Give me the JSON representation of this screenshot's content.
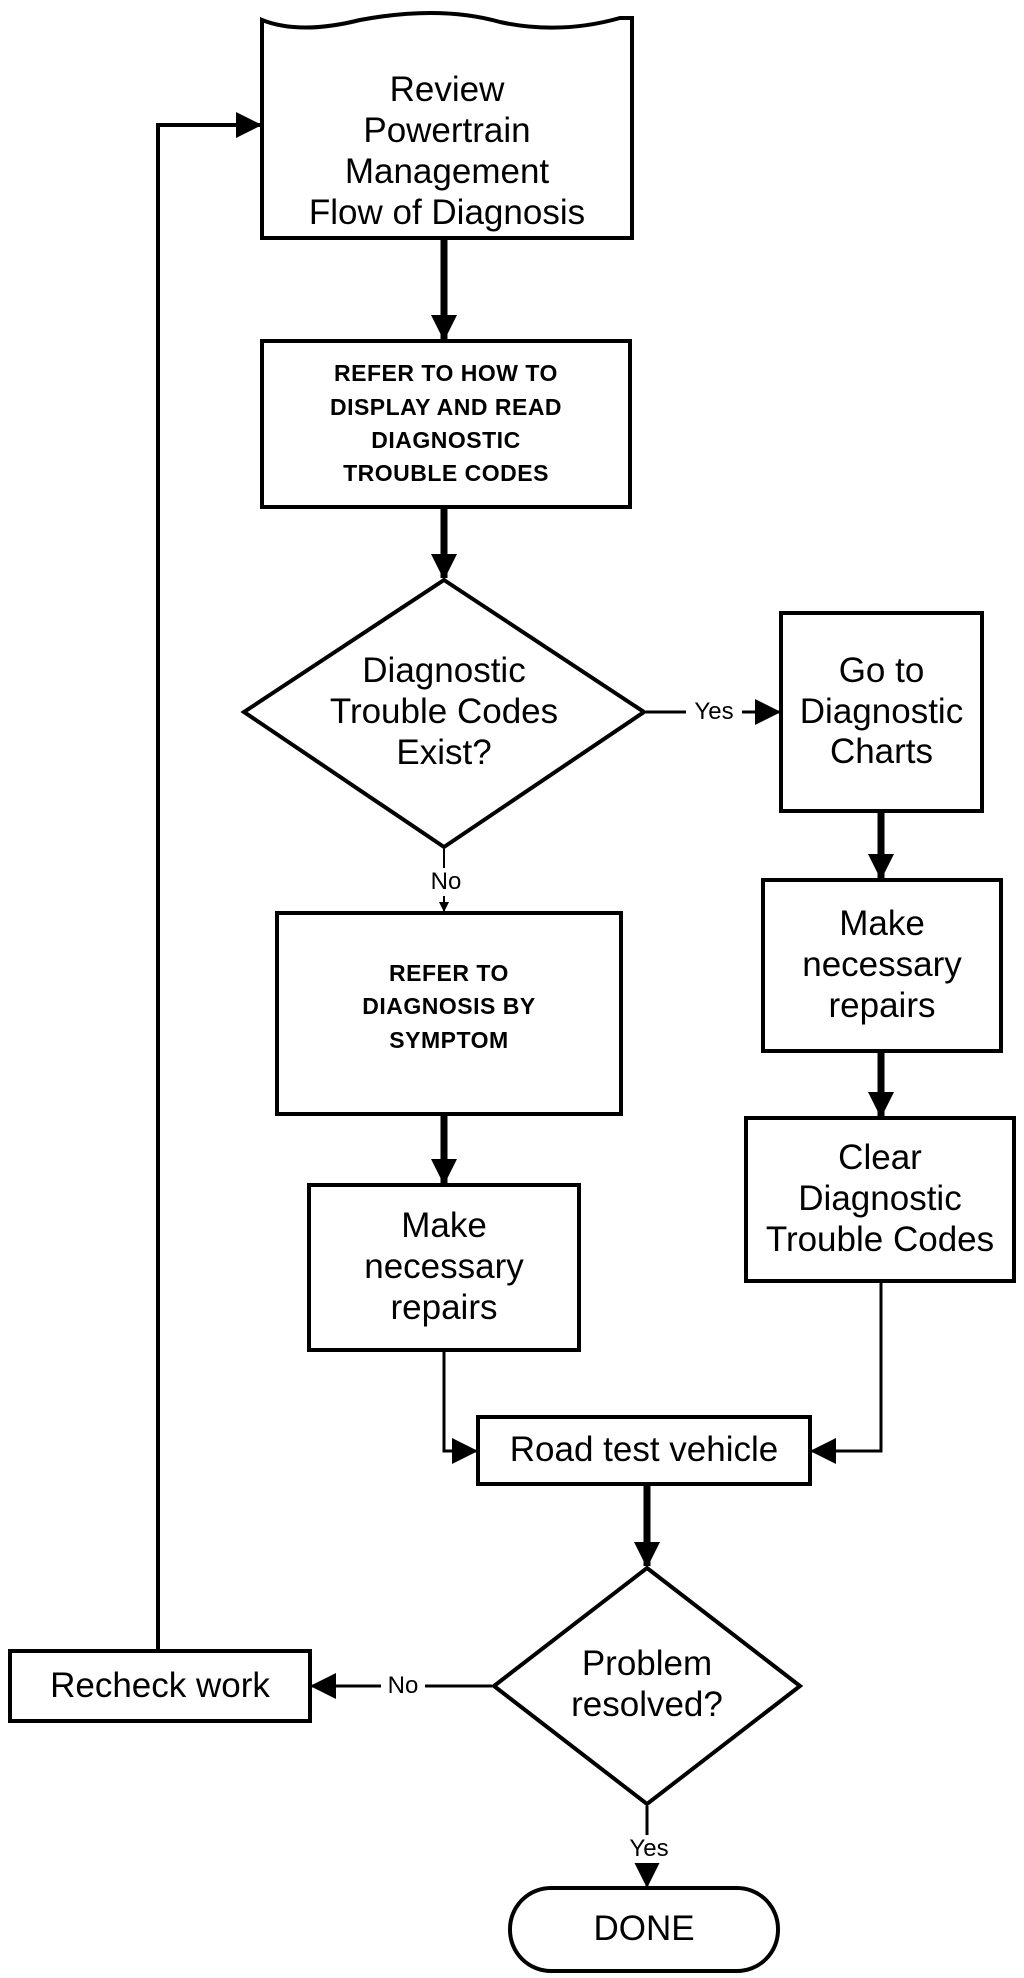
{
  "nodes": {
    "review": "Review\nPowertrain\nManagement\nFlow of Diagnosis",
    "refer_display": "REFER TO HOW TO\nDISPLAY AND READ\nDIAGNOSTIC\nTROUBLE CODES",
    "dtc_exist": "Diagnostic\nTrouble Codes\nExist?",
    "go_charts": "Go to\nDiagnostic\nCharts",
    "repairs_right": "Make\nnecessary\nrepairs",
    "refer_symptom": "REFER TO\nDIAGNOSIS BY\nSYMPTOM",
    "clear_codes": "Clear\nDiagnostic\nTrouble Codes",
    "repairs_left": "Make\nnecessary\nrepairs",
    "road_test": "Road test vehicle",
    "problem_resolved": "Problem\nresolved?",
    "recheck": "Recheck work",
    "done": "DONE"
  },
  "edges": {
    "dtc_yes": "Yes",
    "dtc_no": "No",
    "resolved_no": "No",
    "resolved_yes": "Yes"
  }
}
